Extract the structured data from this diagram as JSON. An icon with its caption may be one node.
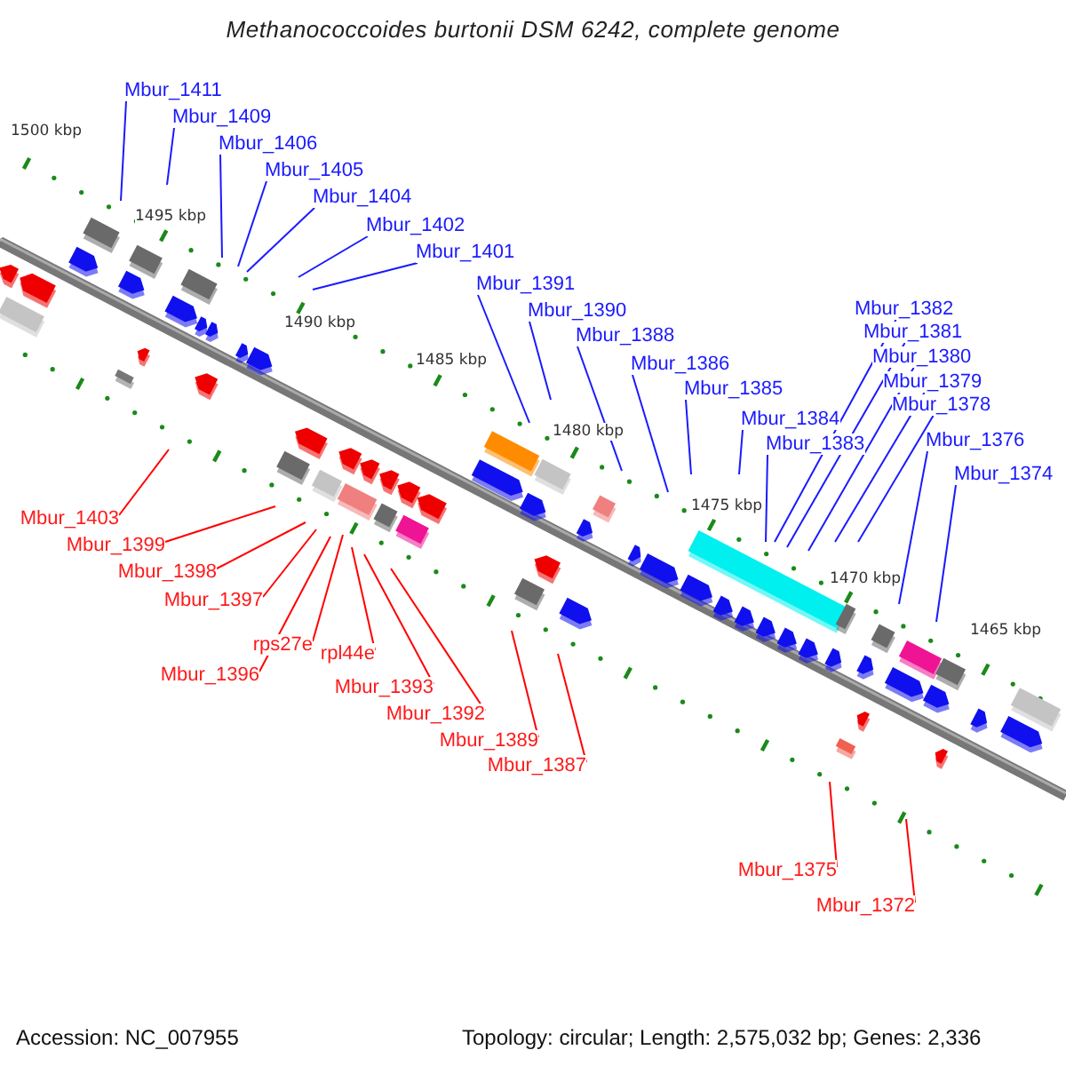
{
  "diagram": {
    "title": "Methanococcoides burtonii DSM 6242, complete genome",
    "nodes": [
      {
        "text": [
          "Mbur_1411"
        ]
      },
      {
        "text": [
          "Mbur_1409"
        ]
      },
      {
        "text": [
          "Mbur_1406"
        ]
      },
      {
        "text": [
          "Mbur_1405"
        ]
      },
      {
        "text": [
          "Mbur_1404"
        ]
      },
      {
        "text": [
          "Mbur_1402"
        ]
      },
      {
        "text": [
          "Mbur_1401"
        ]
      },
      {
        "text": [
          "Mbur_1391"
        ]
      },
      {
        "text": [
          "Mbur_1390"
        ]
      },
      {
        "text": [
          "Mbur_1388"
        ]
      },
      {
        "text": [
          "Mbur_1386"
        ]
      },
      {
        "text": [
          "Mbur_1385"
        ]
      },
      {
        "text": [
          "Mbur_1384"
        ]
      },
      {
        "text": [
          "Mbur_1383"
        ]
      },
      {
        "text": [
          "Mbur_1382"
        ]
      },
      {
        "text": [
          "Mbur_1381"
        ]
      },
      {
        "text": [
          "Mbur_1380"
        ]
      },
      {
        "text": [
          "Mbur_1379"
        ]
      },
      {
        "text": [
          "Mbur_1378"
        ]
      },
      {
        "text": [
          "Mbur_1376"
        ]
      },
      {
        "text": [
          "Mbur_1374"
        ]
      },
      {
        "text": [
          "Mbur_1403"
        ]
      },
      {
        "text": [
          "Mbur_1399"
        ]
      },
      {
        "text": [
          "Mbur_1398"
        ]
      },
      {
        "text": [
          "Mbur_1397"
        ]
      },
      {
        "text": [
          "rps27e"
        ]
      },
      {
        "text": [
          "Mbur_1396"
        ]
      },
      {
        "text": [
          "rpl44e"
        ]
      },
      {
        "text": [
          "Mbur_1393"
        ]
      },
      {
        "text": [
          "Mbur_1392"
        ]
      },
      {
        "text": [
          "Mbur_1389"
        ]
      },
      {
        "text": [
          "Mbur_1387"
        ]
      },
      {
        "text": [
          "Mbur_1375"
        ]
      },
      {
        "text": [
          "Mbur_1372"
        ]
      }
    ],
    "edges": [
      {
        "from": 0,
        "to": null,
        "arrow": "none"
      },
      {
        "from": 1,
        "to": null,
        "arrow": "none"
      },
      {
        "from": 2,
        "to": null,
        "arrow": "none"
      },
      {
        "from": 3,
        "to": null,
        "arrow": "none"
      },
      {
        "from": 4,
        "to": null,
        "arrow": "none"
      },
      {
        "from": 5,
        "to": null,
        "arrow": "none"
      },
      {
        "from": 6,
        "to": null,
        "arrow": "none"
      },
      {
        "from": 7,
        "to": null,
        "arrow": "none"
      },
      {
        "from": 8,
        "to": null,
        "arrow": "none"
      },
      {
        "from": 9,
        "to": null,
        "arrow": "none"
      },
      {
        "from": 10,
        "to": null,
        "arrow": "none"
      },
      {
        "from": 11,
        "to": null,
        "arrow": "none"
      },
      {
        "from": 12,
        "to": null,
        "arrow": "none"
      },
      {
        "from": 13,
        "to": null,
        "arrow": "none"
      },
      {
        "from": 14,
        "to": null,
        "arrow": "none"
      },
      {
        "from": 15,
        "to": null,
        "arrow": "none"
      },
      {
        "from": 16,
        "to": null,
        "arrow": "none"
      },
      {
        "from": 17,
        "to": null,
        "arrow": "none"
      },
      {
        "from": 18,
        "to": null,
        "arrow": "none"
      },
      {
        "from": 19,
        "to": null,
        "arrow": "none"
      },
      {
        "from": 20,
        "to": null,
        "arrow": "none"
      },
      {
        "from": 21,
        "to": null,
        "arrow": "none",
        "color": "#ff0000"
      },
      {
        "from": 22,
        "to": null,
        "arrow": "none",
        "color": "#ff0000"
      },
      {
        "from": 23,
        "to": null,
        "arrow": "none",
        "color": "#ff0000"
      },
      {
        "from": 24,
        "to": null,
        "arrow": "none",
        "color": "#ff0000"
      },
      {
        "from": 25,
        "to": null,
        "arrow": "none",
        "color": "#ff0000"
      },
      {
        "from": 26,
        "to": null,
        "arrow": "none",
        "color": "#ff0000"
      },
      {
        "from": 27,
        "to": null,
        "arrow": "none",
        "color": "#ff0000"
      },
      {
        "from": 28,
        "to": null,
        "arrow": "none",
        "color": "#ff0000"
      },
      {
        "from": 29,
        "to": null,
        "arrow": "none",
        "color": "#ff0000"
      },
      {
        "from": 30,
        "to": null,
        "arrow": "none",
        "color": "#ff0000"
      },
      {
        "from": 31,
        "to": null,
        "arrow": "none",
        "color": "#ff0000"
      },
      {
        "from": 32,
        "to": null,
        "arrow": "none",
        "color": "#ff0000"
      },
      {
        "from": 33,
        "to": null,
        "arrow": "none",
        "color": "#ff0000"
      }
    ],
    "labels": [
      "1500 kbp",
      "1495 kbp",
      "1490 kbp",
      "1485 kbp",
      "1480 kbp",
      "1475 kbp",
      "1470 kbp",
      "1465 kbp",
      "Accession: NC_007955",
      "Topology: circular; Length: 2,575,032 bp; Genes: 2,336"
    ]
  }
}
